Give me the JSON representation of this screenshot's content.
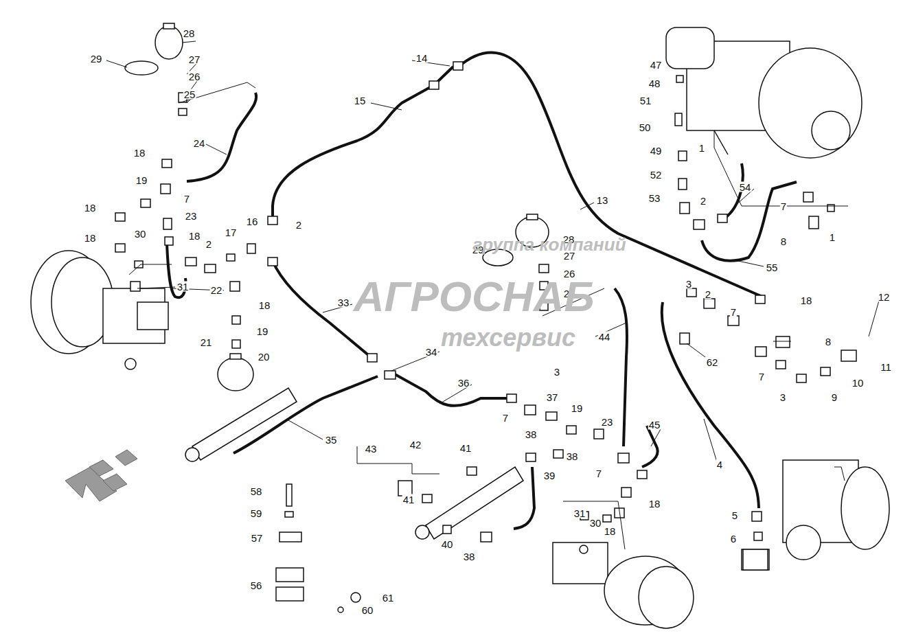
{
  "diagram": {
    "labels": [
      "28",
      "29",
      "27",
      "26",
      "25",
      "24",
      "14",
      "15",
      "13",
      "18",
      "19",
      "7",
      "18",
      "23",
      "18",
      "30",
      "18",
      "2",
      "17",
      "16",
      "2",
      "31",
      "22",
      "18",
      "19",
      "20",
      "21",
      "33",
      "34",
      "36",
      "35",
      "29",
      "28",
      "27",
      "26",
      "25",
      "44",
      "47",
      "48",
      "51",
      "50",
      "49",
      "52",
      "53",
      "2",
      "54",
      "1",
      "7",
      "8",
      "1",
      "55",
      "3",
      "2",
      "18",
      "7",
      "8",
      "12",
      "62",
      "11",
      "7",
      "3",
      "10",
      "9",
      "3",
      "37",
      "7",
      "19",
      "23",
      "38",
      "38",
      "39",
      "41",
      "42",
      "43",
      "41",
      "7",
      "45",
      "18",
      "31",
      "30",
      "18",
      "40",
      "38",
      "4",
      "5",
      "6",
      "58",
      "59",
      "57",
      "56",
      "61",
      "60",
      "группа компаний",
      "АГРОСНАБ",
      "техсервис"
    ]
  }
}
